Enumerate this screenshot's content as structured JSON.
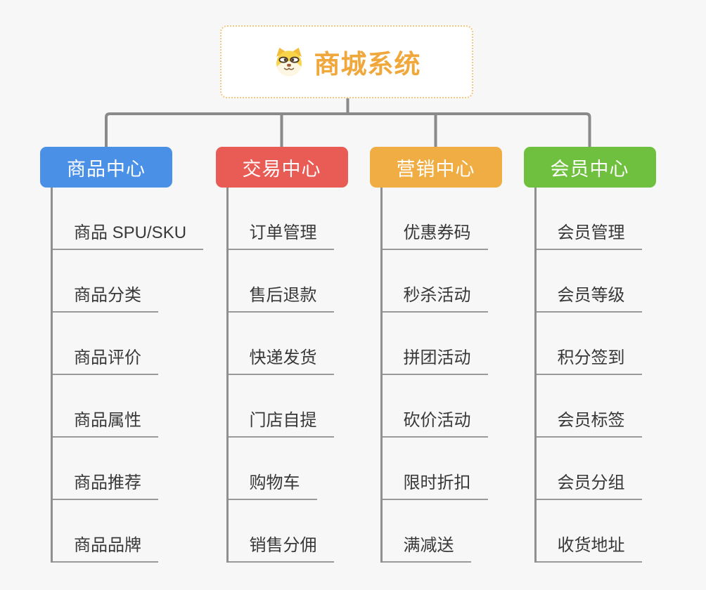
{
  "page": {
    "background_color": "#f7f7f7",
    "connector_color": "#8a8a8a"
  },
  "root": {
    "title": "商城系统",
    "icon": "dog-face-icon",
    "text_color": "#f0a73c",
    "border_color": "#f3c87e"
  },
  "branches": [
    {
      "label": "商品中心",
      "color": "#4a90e6",
      "children": [
        "商品 SPU/SKU",
        "商品分类",
        "商品评价",
        "商品属性",
        "商品推荐",
        "商品品牌"
      ]
    },
    {
      "label": "交易中心",
      "color": "#e95b55",
      "children": [
        "订单管理",
        "售后退款",
        "快递发货",
        "门店自提",
        "购物车",
        "销售分佣"
      ]
    },
    {
      "label": "营销中心",
      "color": "#efad43",
      "children": [
        "优惠券码",
        "秒杀活动",
        "拼团活动",
        "砍价活动",
        "限时折扣",
        "满减送"
      ]
    },
    {
      "label": "会员中心",
      "color": "#70c040",
      "children": [
        "会员管理",
        "会员等级",
        "积分签到",
        "会员标签",
        "会员分组",
        "收货地址"
      ]
    }
  ]
}
